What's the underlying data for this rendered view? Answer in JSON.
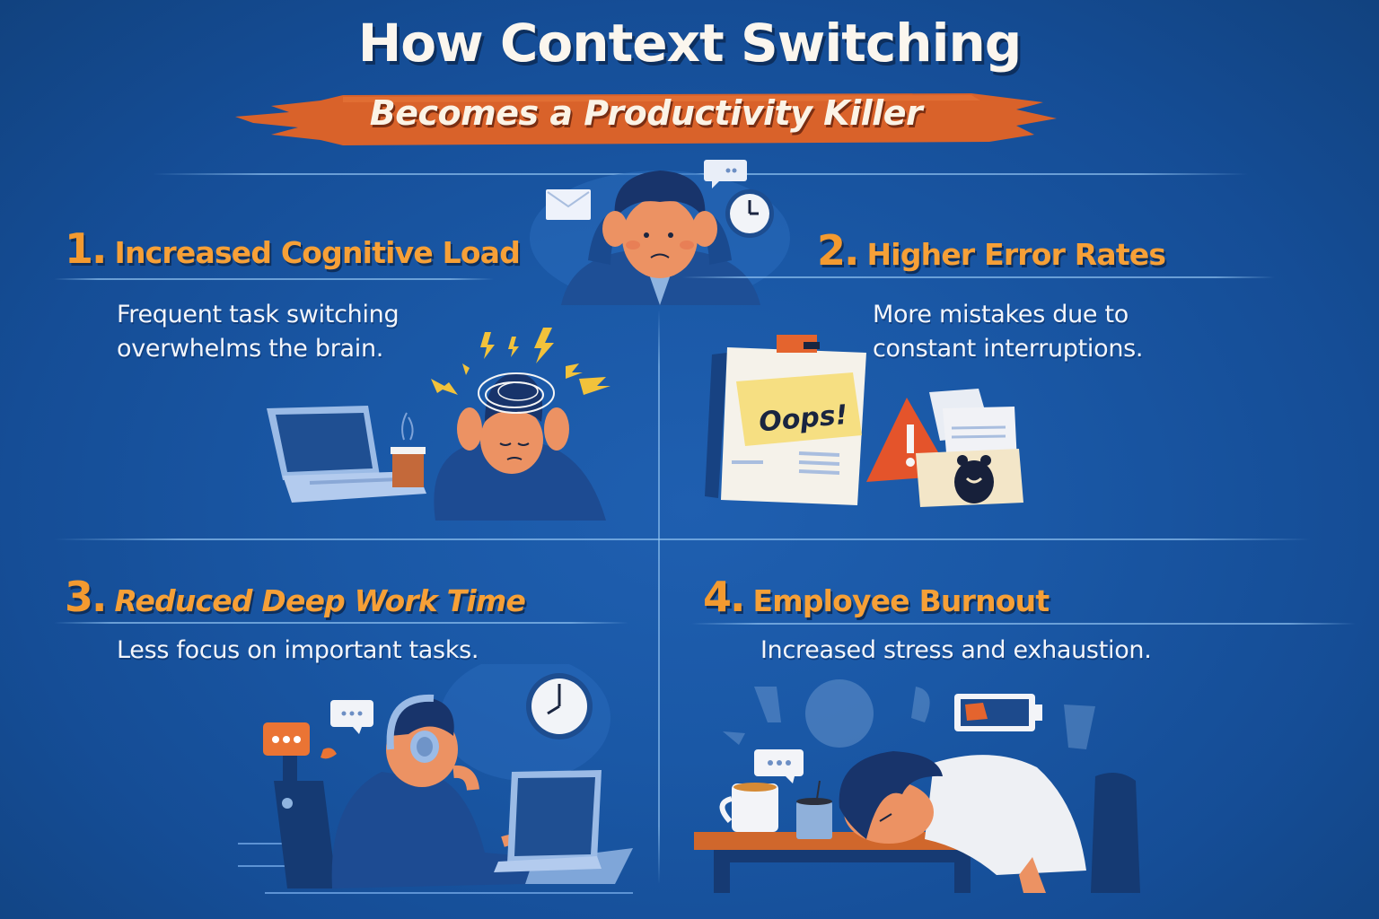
{
  "header": {
    "title": "How Context Switching",
    "subtitle": "Becomes a Productivity Killer"
  },
  "colors": {
    "background": "#1a58a6",
    "heading_orange": "#f6a037",
    "banner_orange": "#d9622a",
    "text_white": "#f4f6fb",
    "divider": "#96c8f5"
  },
  "sections": [
    {
      "number": "1.",
      "heading": "Increased Cognitive Load",
      "description_lines": [
        "Frequent task switching",
        "overwhelms the brain."
      ],
      "illustration": "stressed-person-with-laptop-and-tangled-thoughts"
    },
    {
      "number": "2.",
      "heading": "Higher Error Rates",
      "description_lines": [
        "More mistakes due to",
        "constant interruptions."
      ],
      "illustration": "clipboard-oops-note-warning-sign-bug",
      "note_text": "Oops!",
      "warning_glyph": "!"
    },
    {
      "number": "3.",
      "heading": "Reduced Deep Work Time",
      "description_lines": [
        "Less focus on important tasks."
      ],
      "illustration": "person-with-headphones-at-laptop-with-notifications"
    },
    {
      "number": "4.",
      "heading": "Employee Burnout",
      "description_lines": [
        "Increased stress and exhaustion."
      ],
      "illustration": "exhausted-person-head-on-desk-low-battery"
    }
  ],
  "icons": {
    "hero": [
      "envelope-icon",
      "chat-bubble-icon",
      "clock-icon"
    ],
    "section1": [
      "laptop-icon",
      "coffee-cup-icon",
      "lightning-bolt-icon"
    ],
    "section2": [
      "clipboard-icon",
      "sticky-note-icon",
      "warning-triangle-icon",
      "bug-icon"
    ],
    "section3": [
      "chat-bubble-icon",
      "clock-icon",
      "headphones-icon",
      "laptop-icon"
    ],
    "section4": [
      "coffee-mug-icon",
      "chat-bubble-icon",
      "low-battery-icon"
    ]
  }
}
